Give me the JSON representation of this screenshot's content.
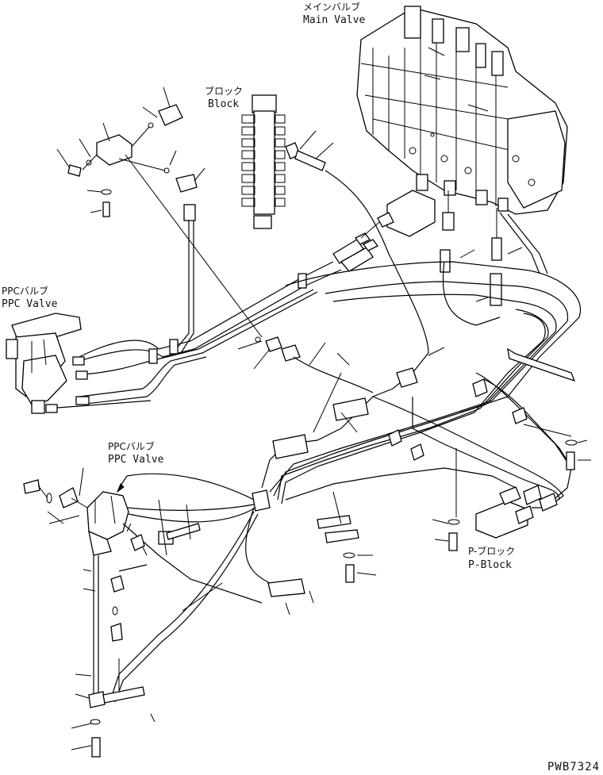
{
  "labels": {
    "main_valve": {
      "jp": "メインバルブ",
      "en": "Main Valve"
    },
    "block": {
      "jp": "ブロック",
      "en": "Block"
    },
    "ppc_valve_upper": {
      "jp": "PPCバルブ",
      "en": "PPC Valve"
    },
    "ppc_valve_lower": {
      "jp": "PPCバルブ",
      "en": "PPC Valve"
    },
    "p_block": {
      "jp": "P-ブロック",
      "en": "P-Block"
    }
  },
  "drawing_code": "PWB7324"
}
